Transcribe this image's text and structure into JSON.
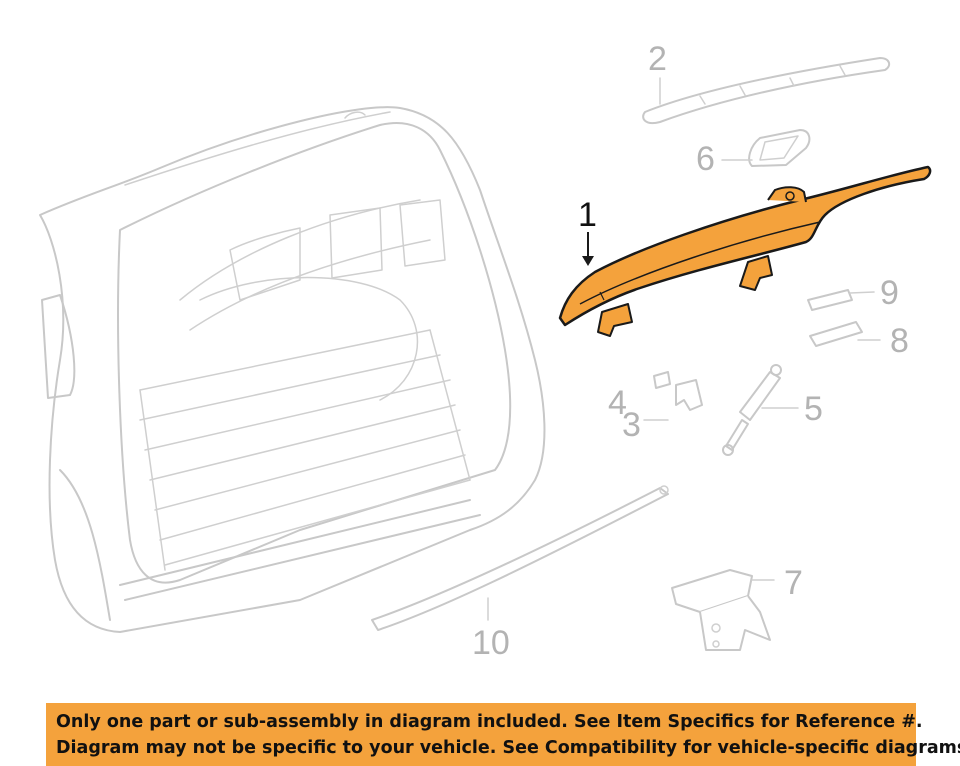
{
  "diagram": {
    "highlight_color": "#f4a23c",
    "callouts": [
      {
        "id": "1",
        "text": "1",
        "highlighted": true
      },
      {
        "id": "2",
        "text": "2"
      },
      {
        "id": "3",
        "text": "3"
      },
      {
        "id": "4",
        "text": "4"
      },
      {
        "id": "5",
        "text": "5"
      },
      {
        "id": "6",
        "text": "6"
      },
      {
        "id": "7",
        "text": "7"
      },
      {
        "id": "8",
        "text": "8"
      },
      {
        "id": "9",
        "text": "9"
      },
      {
        "id": "10",
        "text": "10"
      }
    ]
  },
  "banner": {
    "line1": "Only one part or sub-assembly in diagram included. See Item Specifics for Reference #.",
    "line2": "Diagram may not be specific to your vehicle. See Compatibility for vehicle-specific diagrams.",
    "background": "#f4a23c"
  }
}
